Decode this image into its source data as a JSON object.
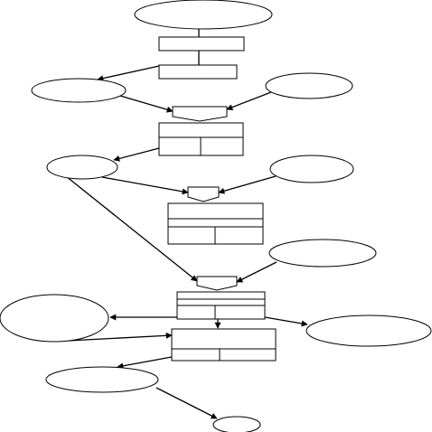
{
  "diagram": {
    "stroke_color": "#000000",
    "fill_color": "#ffffff",
    "background": "#ffffff",
    "nodes": [
      {
        "id": "ellipse-start",
        "shape": "ellipse",
        "label": ""
      },
      {
        "id": "process-box-1",
        "shape": "rect",
        "label": ""
      },
      {
        "id": "process-box-2",
        "shape": "rect",
        "label": ""
      },
      {
        "id": "ellipse-left-1",
        "shape": "ellipse",
        "label": ""
      },
      {
        "id": "ellipse-right-1",
        "shape": "ellipse",
        "label": ""
      },
      {
        "id": "decision-tab-1",
        "shape": "tab",
        "label": ""
      },
      {
        "id": "table-box-1",
        "shape": "table",
        "label": ""
      },
      {
        "id": "ellipse-left-2",
        "shape": "ellipse",
        "label": ""
      },
      {
        "id": "ellipse-right-2",
        "shape": "ellipse",
        "label": ""
      },
      {
        "id": "decision-tab-2",
        "shape": "tab",
        "label": ""
      },
      {
        "id": "table-box-2",
        "shape": "table",
        "label": ""
      },
      {
        "id": "ellipse-right-3",
        "shape": "ellipse",
        "label": ""
      },
      {
        "id": "decision-tab-3",
        "shape": "tab",
        "label": ""
      },
      {
        "id": "table-box-3",
        "shape": "table",
        "label": ""
      },
      {
        "id": "ellipse-left-3",
        "shape": "ellipse",
        "label": ""
      },
      {
        "id": "ellipse-right-4",
        "shape": "ellipse",
        "label": ""
      },
      {
        "id": "table-box-4",
        "shape": "table",
        "label": ""
      },
      {
        "id": "ellipse-bottom",
        "shape": "ellipse",
        "label": ""
      },
      {
        "id": "ellipse-end",
        "shape": "ellipse",
        "label": ""
      }
    ],
    "edges": [
      {
        "id": "edge-start-to-box1",
        "from": "ellipse-start",
        "to": "process-box-1",
        "arrow": false
      },
      {
        "id": "edge-box1-to-box2",
        "from": "process-box-1",
        "to": "process-box-2",
        "arrow": false
      },
      {
        "id": "edge-box2-to-left1",
        "from": "process-box-2",
        "to": "ellipse-left-1",
        "arrow": true
      },
      {
        "id": "edge-left1-to-tab1",
        "from": "ellipse-left-1",
        "to": "decision-tab-1",
        "arrow": true
      },
      {
        "id": "edge-right1-to-tab1",
        "from": "ellipse-right-1",
        "to": "decision-tab-1",
        "arrow": true
      },
      {
        "id": "edge-table1-to-left2",
        "from": "table-box-1",
        "to": "ellipse-left-2",
        "arrow": true
      },
      {
        "id": "edge-left2-to-tab2",
        "from": "ellipse-left-2",
        "to": "decision-tab-2",
        "arrow": true
      },
      {
        "id": "edge-right2-to-tab2",
        "from": "ellipse-right-2",
        "to": "decision-tab-2",
        "arrow": true
      },
      {
        "id": "edge-left2-to-tab3",
        "from": "ellipse-left-2",
        "to": "decision-tab-3",
        "arrow": true
      },
      {
        "id": "edge-right3-to-tab3",
        "from": "ellipse-right-3",
        "to": "decision-tab-3",
        "arrow": true
      },
      {
        "id": "edge-table3-to-left3",
        "from": "table-box-3",
        "to": "ellipse-left-3",
        "arrow": true
      },
      {
        "id": "edge-table3-to-right4",
        "from": "table-box-3",
        "to": "ellipse-right-4",
        "arrow": true
      },
      {
        "id": "edge-table3-to-table4",
        "from": "table-box-3",
        "to": "table-box-4",
        "arrow": true
      },
      {
        "id": "edge-left3-to-table4",
        "from": "ellipse-left-3",
        "to": "table-box-4",
        "arrow": true
      },
      {
        "id": "edge-table4-to-bottom",
        "from": "table-box-4",
        "to": "ellipse-bottom",
        "arrow": true
      },
      {
        "id": "edge-bottom-to-end",
        "from": "ellipse-bottom",
        "to": "ellipse-end",
        "arrow": true
      }
    ]
  }
}
